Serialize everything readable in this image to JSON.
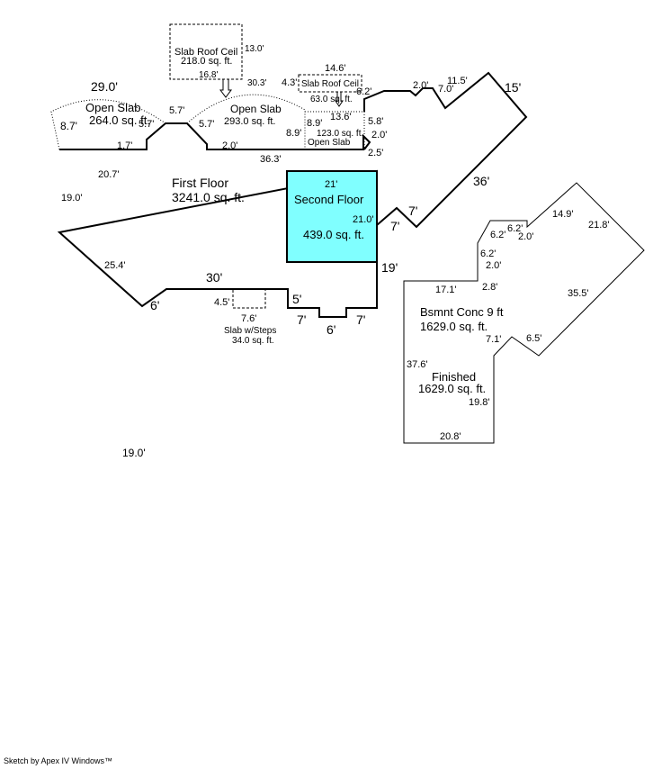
{
  "areas": {
    "first_floor": {
      "name": "First Floor",
      "area": "3241.0 sq. ft."
    },
    "second_floor": {
      "name": "Second Floor",
      "area": "439.0 sq. ft.",
      "fill": "#80ffff"
    },
    "open_slab_left": {
      "name": "Open Slab",
      "area": "264.0 sq. ft."
    },
    "open_slab_mid": {
      "name": "Open Slab",
      "area": "293.0 sq. ft."
    },
    "slab_roof_ceil_top": {
      "name": "Slab Roof Ceil",
      "area": "218.0 sq. ft."
    },
    "slab_roof_ceil_small": {
      "name": "Slab Roof Ceil",
      "area": "63.0 sq. ft."
    },
    "open_slab_small": {
      "name": "Open Slab",
      "area": "123.0 sq. ft."
    },
    "slab_steps": {
      "name": "Slab w/Steps",
      "area": "34.0 sq. ft."
    },
    "basement": {
      "name": "Bsmnt Conc 9 ft",
      "area": "1629.0 sq. ft."
    },
    "finished": {
      "name": "Finished",
      "area": "1629.0 sq. ft."
    }
  },
  "dimensions": {
    "d_29_0": "29.0'",
    "d_8_7": "8.7'",
    "d_5_7a": "5.7'",
    "d_5_7b": "5.7'",
    "d_5_7c": "5.7'",
    "d_1_7": "1.7'",
    "d_30_3": "30.3'",
    "d_2_0a": "2.0'",
    "d_36_3": "36.3'",
    "d_13_0": "13.0'",
    "d_16_8": "16.8'",
    "d_14_6": "14.6'",
    "d_4_3": "4.3'",
    "d_6_2a": "6.2'",
    "d_13_6": "13.6'",
    "d_8_9a": "8.9'",
    "d_8_9b": "8.9'",
    "d_5_8": "5.8'",
    "d_2_0b": "2.0'",
    "d_2_5": "2.5'",
    "d_2_0c": "2.0'",
    "d_7_0": "7.0'",
    "d_11_5": "11.5'",
    "d_15": "15'",
    "d_36": "36'",
    "d_7a": "7'",
    "d_7b": "7'",
    "d_21": "21'",
    "d_21_0": "21.0'",
    "d_19": "19'",
    "d_20_7": "20.7'",
    "d_19_0": "19.0'",
    "d_25_4": "25.4'",
    "d_6a": "6'",
    "d_30": "30'",
    "d_4_5": "4.5'",
    "d_7_6": "7.6'",
    "d_5": "5'",
    "d_7c": "7'",
    "d_6b": "6'",
    "d_7d": "7'",
    "d_6_2b": "6.2'",
    "d_6_2c": "6.2'",
    "d_2_0d": "2.0'",
    "d_14_9": "14.9'",
    "d_21_8": "21.8'",
    "d_6_2d": "6.2'",
    "d_2_0e": "2.0'",
    "d_17_1": "17.1'",
    "d_2_8": "2.8'",
    "d_35_5": "35.5'",
    "d_7_1": "7.1'",
    "d_6_5": "6.5'",
    "d_37_6": "37.6'",
    "d_19_8": "19.8'",
    "d_20_8": "20.8'",
    "d_19_0_loose": "19.0'"
  },
  "footer": "Sketch by Apex IV Windows™"
}
